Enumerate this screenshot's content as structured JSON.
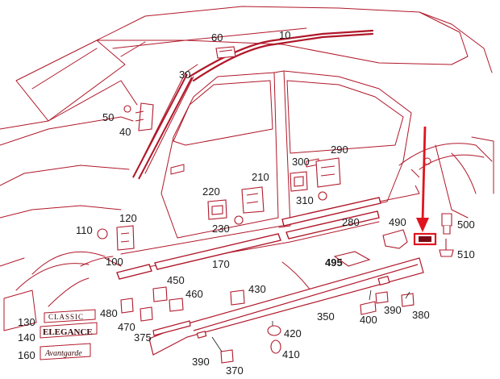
{
  "callouts": [
    {
      "id": "10",
      "text": "10"
    },
    {
      "id": "30",
      "text": "30"
    },
    {
      "id": "40",
      "text": "40"
    },
    {
      "id": "50",
      "text": "50"
    },
    {
      "id": "60",
      "text": "60"
    },
    {
      "id": "100",
      "text": "100"
    },
    {
      "id": "110",
      "text": "110"
    },
    {
      "id": "120",
      "text": "120"
    },
    {
      "id": "130",
      "text": "130"
    },
    {
      "id": "140",
      "text": "140"
    },
    {
      "id": "160",
      "text": "160"
    },
    {
      "id": "170",
      "text": "170"
    },
    {
      "id": "210",
      "text": "210"
    },
    {
      "id": "220",
      "text": "220"
    },
    {
      "id": "230",
      "text": "230"
    },
    {
      "id": "280",
      "text": "280"
    },
    {
      "id": "290",
      "text": "290"
    },
    {
      "id": "300",
      "text": "300"
    },
    {
      "id": "310",
      "text": "310"
    },
    {
      "id": "350",
      "text": "350"
    },
    {
      "id": "370",
      "text": "370"
    },
    {
      "id": "375",
      "text": "375"
    },
    {
      "id": "380",
      "text": "380"
    },
    {
      "id": "390a",
      "text": "390"
    },
    {
      "id": "390b",
      "text": "390"
    },
    {
      "id": "400",
      "text": "400"
    },
    {
      "id": "410",
      "text": "410"
    },
    {
      "id": "420",
      "text": "420"
    },
    {
      "id": "430",
      "text": "430"
    },
    {
      "id": "450",
      "text": "450"
    },
    {
      "id": "460",
      "text": "460"
    },
    {
      "id": "470",
      "text": "470"
    },
    {
      "id": "480",
      "text": "480"
    },
    {
      "id": "490",
      "text": "490"
    },
    {
      "id": "495",
      "text": "495"
    },
    {
      "id": "500",
      "text": "500"
    },
    {
      "id": "510",
      "text": "510"
    }
  ],
  "badges": {
    "classic": "CLASSIC",
    "elegance": "ELEGANCE",
    "avantgarde": "Avantgarde"
  },
  "colors": {
    "line_art": "#b0182a",
    "label": "#1a1a1a",
    "arrow": "#e0141e",
    "highlight": "#e0141e"
  },
  "highlight": {
    "part": "clip-highlighted",
    "arrow": "red-pointer-arrow"
  }
}
